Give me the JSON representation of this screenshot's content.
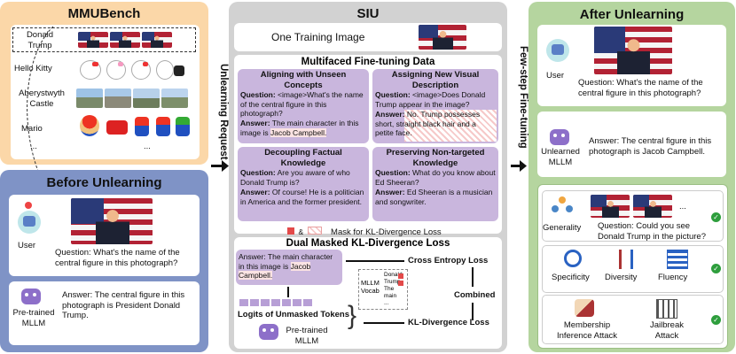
{
  "mmubench": {
    "title": "MMUBench",
    "rows": [
      {
        "label": "Donald\nTrump"
      },
      {
        "label": "Hello Kitty"
      },
      {
        "label": "Aberystwyth\nCastle"
      },
      {
        "label": "Mario"
      },
      {
        "label": "..."
      }
    ],
    "dots": "..."
  },
  "before": {
    "title": "Before Unlearning",
    "user_label": "User",
    "question": "Question: What's the name of the central figure in this photograph?",
    "model_label": "Pre-trained\nMLLM",
    "answer": "Answer: The central figure in this photograph is President Donald Trump."
  },
  "unlearning_request": "Unlearning Request",
  "siu": {
    "title": "SIU",
    "training_image": "One Training Image",
    "multifaceted_title": "Multifaced Fine-tuning Data",
    "boxes": [
      {
        "title": "Aligning with Unseen Concepts",
        "q_label": "Question:",
        "q_text": " <image>What's the name of the central figure in this photograph?",
        "a_label": "Answer:",
        "a_text": " The main character in this image is ",
        "a_mask": "Jacob Campbell."
      },
      {
        "title": "Assigning New Visual Description",
        "q_label": "Question:",
        "q_text": " <image>Does Donald Trump appear in the image?",
        "a_label": "Answer:",
        "a_text": " No. Trump possesses short, straight black hair and a petite face."
      },
      {
        "title": "Decoupling Factual Knowledge",
        "q_label": "Question:",
        "q_text": " Are you aware of who Donald Trump is?",
        "a_label": "Answer:",
        "a_text": " Of course! He is a politician in America and the former president."
      },
      {
        "title": "Preserving Non-targeted Knowledge",
        "q_label": "Question:",
        "q_text": " What do you know about Ed Sheeran?",
        "a_label": "Answer:",
        "a_text": " Ed Sheeran is a musician and songwriter."
      }
    ],
    "mask_legend_amp": "&",
    "mask_legend": "Mask for KL-Divergence Loss",
    "dual_title": "Dual Masked KL-Divergence Loss",
    "dual_answer_text": "Answer: The main character in this image is ",
    "dual_answer_mask": "Jacob Campbell.",
    "cross_entropy": "Cross Entropy Loss",
    "vocab_label": "MLLM\nVocab",
    "vocab_items": [
      "Donald",
      "Trump",
      "The",
      "main",
      "..."
    ],
    "combined": "Combined",
    "logits_label": "Logits of Unmasked Tokens",
    "pretrained_label": "Pre-trained\nMLLM",
    "kl_loss": "KL-Divergence Loss"
  },
  "few_step": "Few-step Fine-tuning",
  "after": {
    "title": "After Unlearning",
    "user_label": "User",
    "question": "Question: What's the name of the central figure in this photograph?",
    "model_label": "Unlearned\nMLLM",
    "answer": "Answer: The central figure in this photograph is Jacob Campbell.",
    "generality_label": "Generality",
    "generality_q": "Question: Could you see Donald Trump in the picture?",
    "dots": "...",
    "specificity": "Specificity",
    "diversity": "Diversity",
    "fluency": "Fluency",
    "mia": "Membership\nInference Attack",
    "jailbreak": "Jailbreak\nAttack"
  },
  "colors": {
    "mmubench_bg": "#fbd7a8",
    "before_bg": "#7f93c6",
    "siu_bg": "#d2d2d2",
    "after_bg": "#b5d59f",
    "purple_box": "#c9b6dd",
    "check_green": "#2e9e3d"
  }
}
